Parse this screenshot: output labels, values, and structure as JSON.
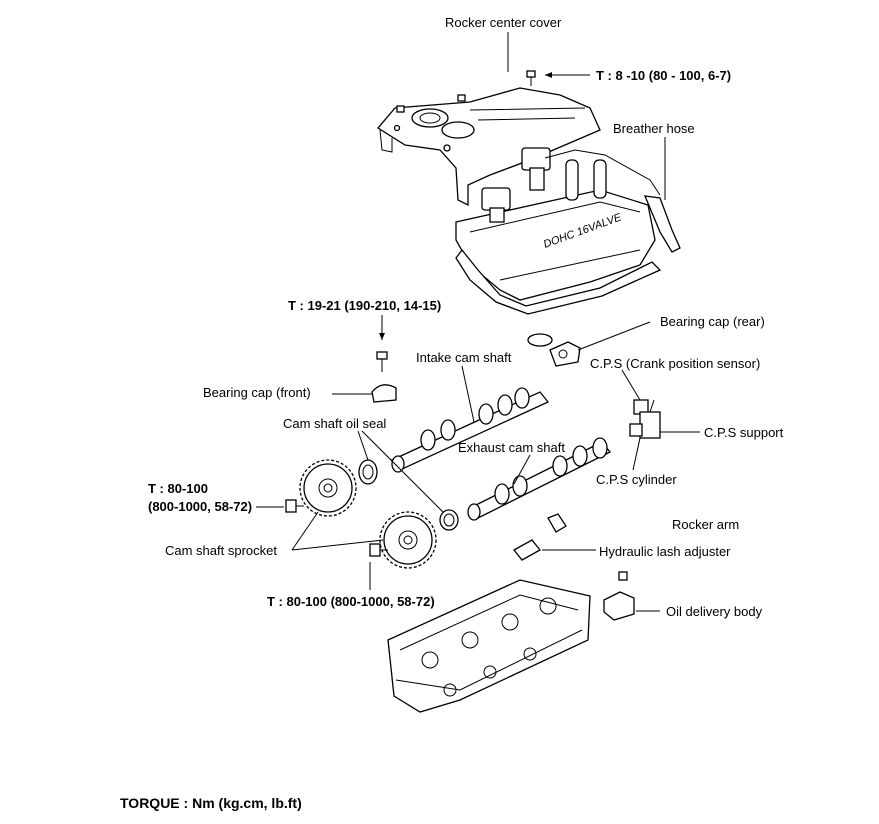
{
  "labels": {
    "rocker_center_cover": "Rocker center cover",
    "torque_cover": "T : 8 -10 (80 - 100, 6-7)",
    "breather_hose": "Breather hose",
    "torque_bearing_cap": "T : 19-21 (190-210, 14-15)",
    "bearing_cap_rear": "Bearing cap (rear)",
    "intake_cam_shaft": "Intake cam shaft",
    "cps": "C.P.S (Crank position sensor)",
    "bearing_cap_front": "Bearing cap (front)",
    "cam_shaft_oil_seal": "Cam shaft oil seal",
    "cps_support": "C.P.S support",
    "exhaust_cam_shaft": "Exhaust cam shaft",
    "torque_sprocket_line1": "T : 80-100",
    "torque_sprocket_line2": "(800-1000, 58-72)",
    "cps_cylinder": "C.P.S cylinder",
    "rocker_arm": "Rocker arm",
    "cam_shaft_sprocket": "Cam shaft sprocket",
    "hydraulic_lash_adjuster": "Hydraulic lash  adjuster",
    "torque_sprocket_lower": "T : 80-100 (800-1000, 58-72)",
    "oil_delivery_body": "Oil delivery body",
    "torque_units": "TORQUE : Nm (kg.cm, lb.ft)"
  },
  "valve_cover_marking": "DOHC 16VALVE"
}
